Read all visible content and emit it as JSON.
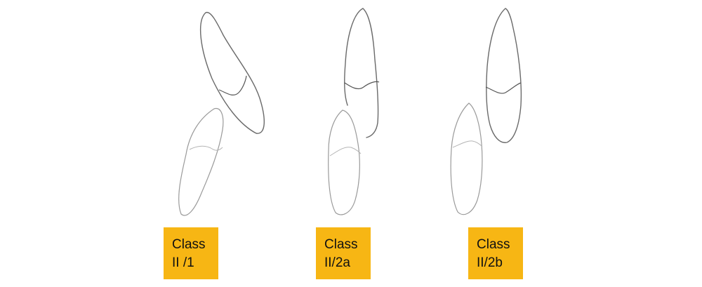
{
  "panels": [
    {
      "id": "class-ii-1",
      "line1": "Class",
      "line2": "II /1"
    },
    {
      "id": "class-ii-2a",
      "line1": "Class",
      "line2": "II/2a"
    },
    {
      "id": "class-ii-2b",
      "line1": "Class",
      "line2": "II/2b"
    }
  ],
  "colors": {
    "label_background": "#f7b614",
    "tooth_outline": "#6a6a6a",
    "background": "#ffffff"
  }
}
